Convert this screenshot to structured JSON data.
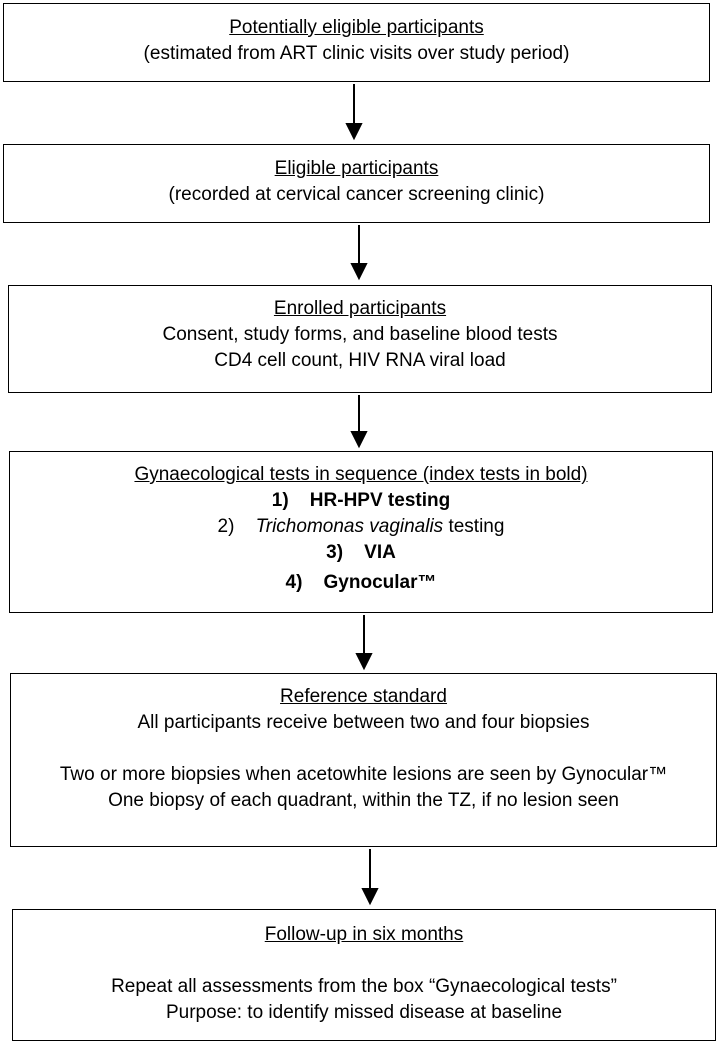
{
  "colors": {
    "stroke": "#000000",
    "background": "#ffffff"
  },
  "boxes": {
    "potential": {
      "title": "Potentially eligible participants",
      "line1": "(estimated from ART clinic visits over study period)"
    },
    "eligible": {
      "title": "Eligible participants",
      "line1": "(recorded at cervical cancer screening clinic)"
    },
    "enrolled": {
      "title": "Enrolled participants",
      "line1": "Consent, study forms, and baseline blood tests",
      "line2": "CD4 cell count, HIV RNA viral load"
    },
    "gyn": {
      "title": "Gynaecological tests in sequence (index tests in bold)",
      "item1": "1)    HR-HPV testing",
      "item2_num": "2)    ",
      "item2_italic": "Trichomonas vaginalis",
      "item2_rest": " testing",
      "item3": "3)    VIA",
      "item4": "4)    Gynocular™"
    },
    "reference": {
      "title": "Reference standard",
      "line1": "All participants receive between two and four biopsies",
      "line2": "Two or more biopsies when acetowhite lesions are seen by Gynocular™",
      "line3": "One biopsy of each quadrant, within the TZ, if no lesion seen"
    },
    "followup": {
      "title": "Follow-up in six months",
      "line1": "Repeat all assessments from the box “Gynaecological tests”",
      "line2": "Purpose: to identify missed disease at baseline"
    }
  }
}
